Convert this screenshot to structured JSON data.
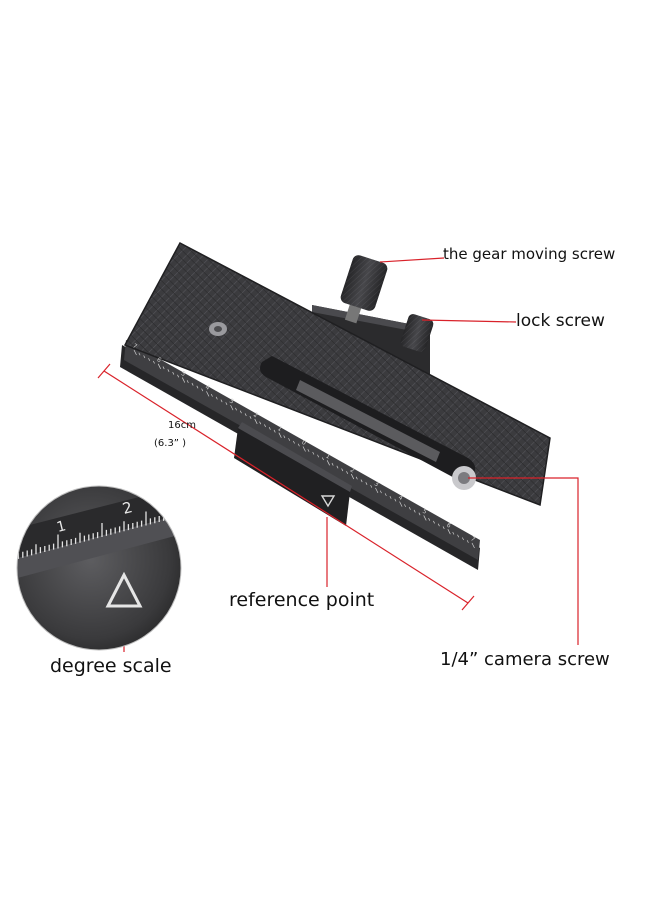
{
  "labels": {
    "gear_moving_screw": "the gear moving screw",
    "lock_screw": "lock screw",
    "reference_point": "reference point",
    "camera_screw": "1/4”  camera screw",
    "degree_scale": "degree scale",
    "length_cm": "16cm",
    "length_in": "(6.3”  )"
  },
  "scale": {
    "main_ticks": [
      "7",
      "6",
      "5",
      "4",
      "3",
      "2",
      "1",
      "0",
      "1",
      "2",
      "3",
      "4",
      "5",
      "6",
      "7"
    ],
    "zoom_ticks": [
      "1",
      "2"
    ]
  },
  "colors": {
    "leader_line": "#d9222a",
    "rail_body": "#3a3a3c",
    "background": "#ffffff"
  }
}
